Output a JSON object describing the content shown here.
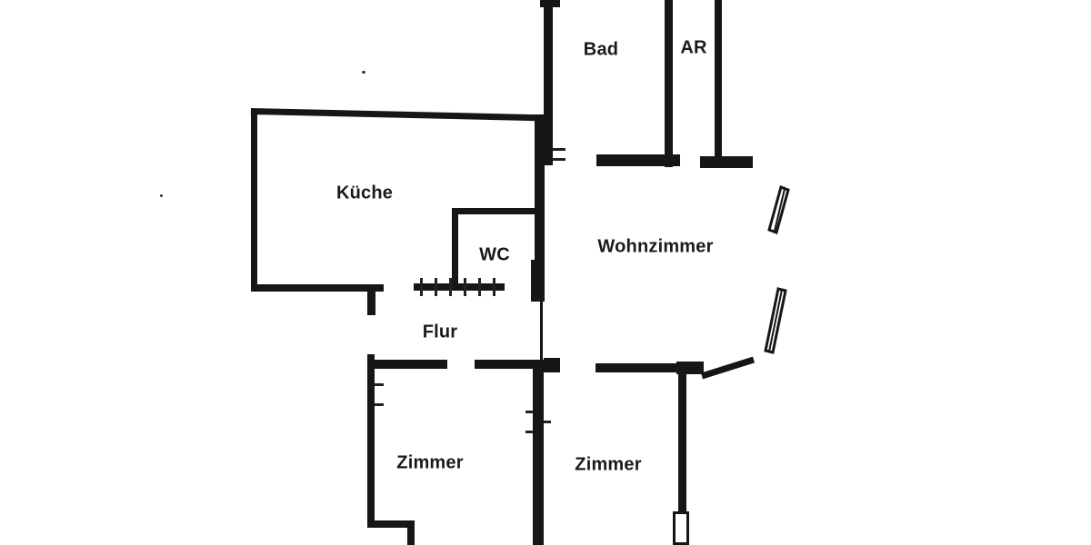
{
  "colors": {
    "ink": "#161616",
    "background": "#ffffff"
  },
  "rooms": [
    {
      "id": "bad",
      "label": "Bad"
    },
    {
      "id": "ar",
      "label": "AR"
    },
    {
      "id": "kueche",
      "label": "Küche"
    },
    {
      "id": "wc",
      "label": "WC"
    },
    {
      "id": "wohnzimmer",
      "label": "Wohnzimmer"
    },
    {
      "id": "flur",
      "label": "Flur"
    },
    {
      "id": "zimmer_links",
      "label": "Zimmer"
    },
    {
      "id": "zimmer_rechts",
      "label": "Zimmer"
    }
  ]
}
